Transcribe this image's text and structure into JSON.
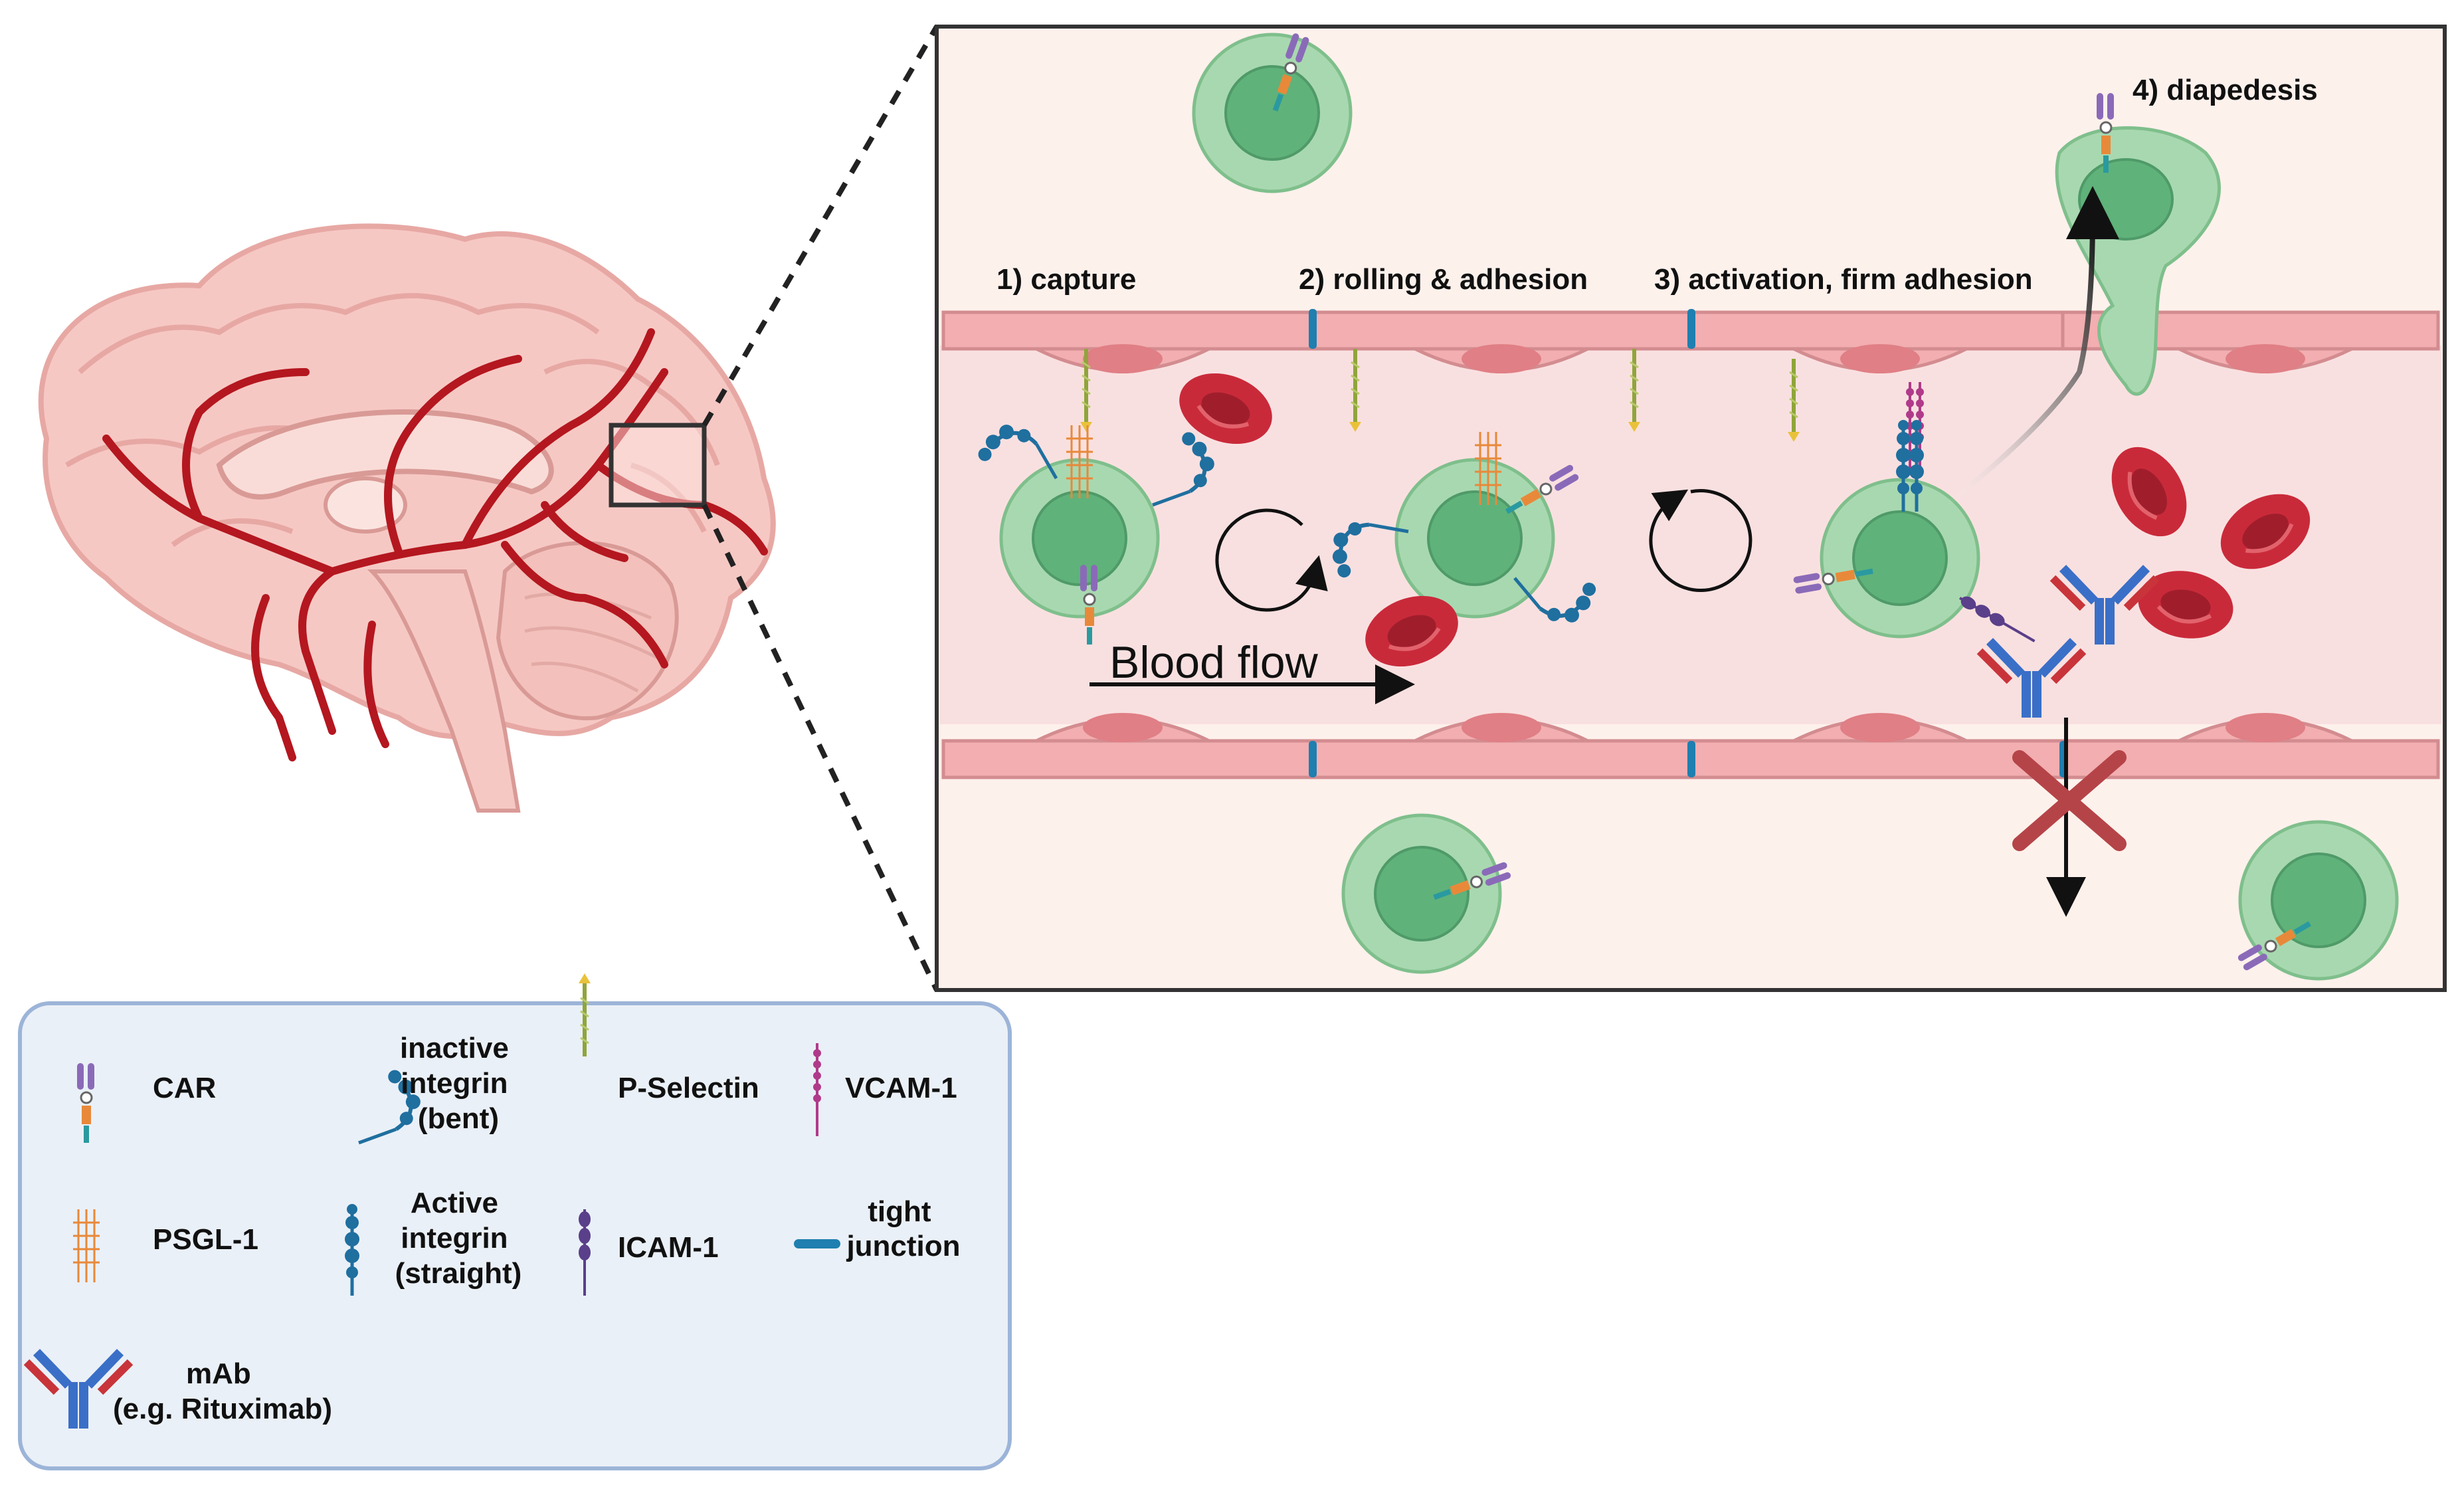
{
  "steps": {
    "capture": "1) capture",
    "rolling": "2) rolling & adhesion",
    "activation": "3) activation, firm adhesion",
    "diapedesis": "4) diapedesis"
  },
  "blood_flow": "Blood flow",
  "legend": {
    "car": "CAR",
    "inactive_integrin": [
      "inactive",
      "integrin",
      "(bent)"
    ],
    "p_selectin": "P-Selectin",
    "vcam1": "VCAM-1",
    "psgl1": "PSGL-1",
    "active_integrin": [
      "Active",
      "integrin",
      "(straight)"
    ],
    "icam1": "ICAM-1",
    "tight_junction": [
      "tight",
      "junction"
    ],
    "mab": [
      "mAb",
      "(e.g. Rituximab)"
    ]
  },
  "colors": {
    "endothelium": "#f2aeb0",
    "nucleus_endo": "#e07f85",
    "tcell_outer": "#a8d8b0",
    "tcell_inner": "#5fb27a",
    "rbc": "#c92a3a",
    "integrin": "#1f6f9f",
    "car_purple": "#8a6ab8",
    "car_orange": "#e8893a",
    "selectin": "#8fa53a",
    "vcam": "#b03a8a",
    "icam": "#5a3f8a",
    "mab_blue": "#3a6fc8",
    "mab_red": "#c8343a",
    "block_x": "#b54448"
  }
}
